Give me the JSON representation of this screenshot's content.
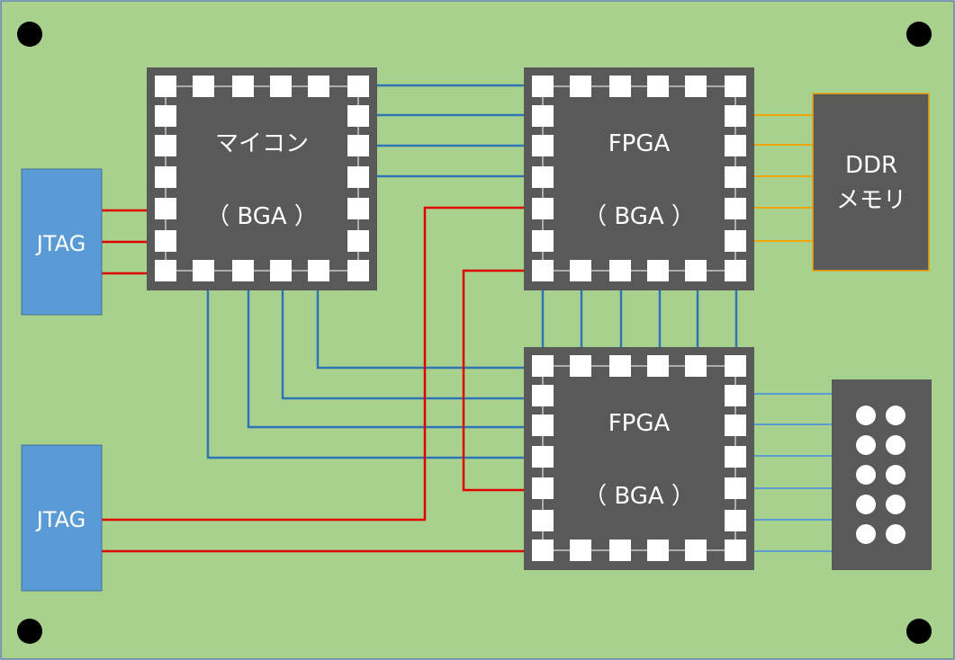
{
  "colors": {
    "board": "#a9d18e",
    "board_border": "#5b7fa8",
    "chip": "#595959",
    "pad": "#ffffff",
    "jtag_fill": "#5b9bd5",
    "jtag_border": "#41719c",
    "trace_blue": "#2e75b6",
    "trace_red": "#e00000",
    "trace_orange": "#f0a30a",
    "trace_lightblue": "#5b9bd5",
    "ddr_border": "#f0a30a",
    "mount_hole": "#000000"
  },
  "chips": {
    "mcu": {
      "label": "マイコン",
      "package": "（ BGA ）"
    },
    "fpga1": {
      "label": "FPGA",
      "package": "（ BGA ）"
    },
    "fpga2": {
      "label": "FPGA",
      "package": "（ BGA ）"
    }
  },
  "ddr": {
    "line1": "DDR",
    "line2": "メモリ"
  },
  "jtag_top": {
    "label": "JTAG"
  },
  "jtag_bottom": {
    "label": "JTAG"
  },
  "pin_header": {
    "pin_count": 10
  }
}
